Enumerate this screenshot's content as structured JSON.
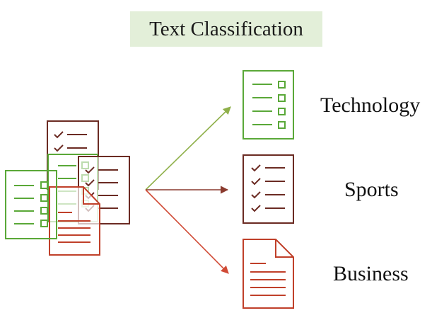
{
  "title": "Text Classification",
  "colors": {
    "technology": "#5aa838",
    "sports": "#6b2b23",
    "business": "#c0402a",
    "arrow_technology": "#8fb04a",
    "arrow_sports": "#8a3a2e",
    "arrow_business": "#d04a35",
    "title_bg": "#e3efd9"
  },
  "categories": [
    {
      "id": "technology",
      "label": "Technology",
      "icon": "document-checkbox-list-icon"
    },
    {
      "id": "sports",
      "label": "Sports",
      "icon": "document-checkmark-list-icon"
    },
    {
      "id": "business",
      "label": "Business",
      "icon": "document-text-page-icon"
    }
  ],
  "input_icon": "stacked-documents-icon"
}
